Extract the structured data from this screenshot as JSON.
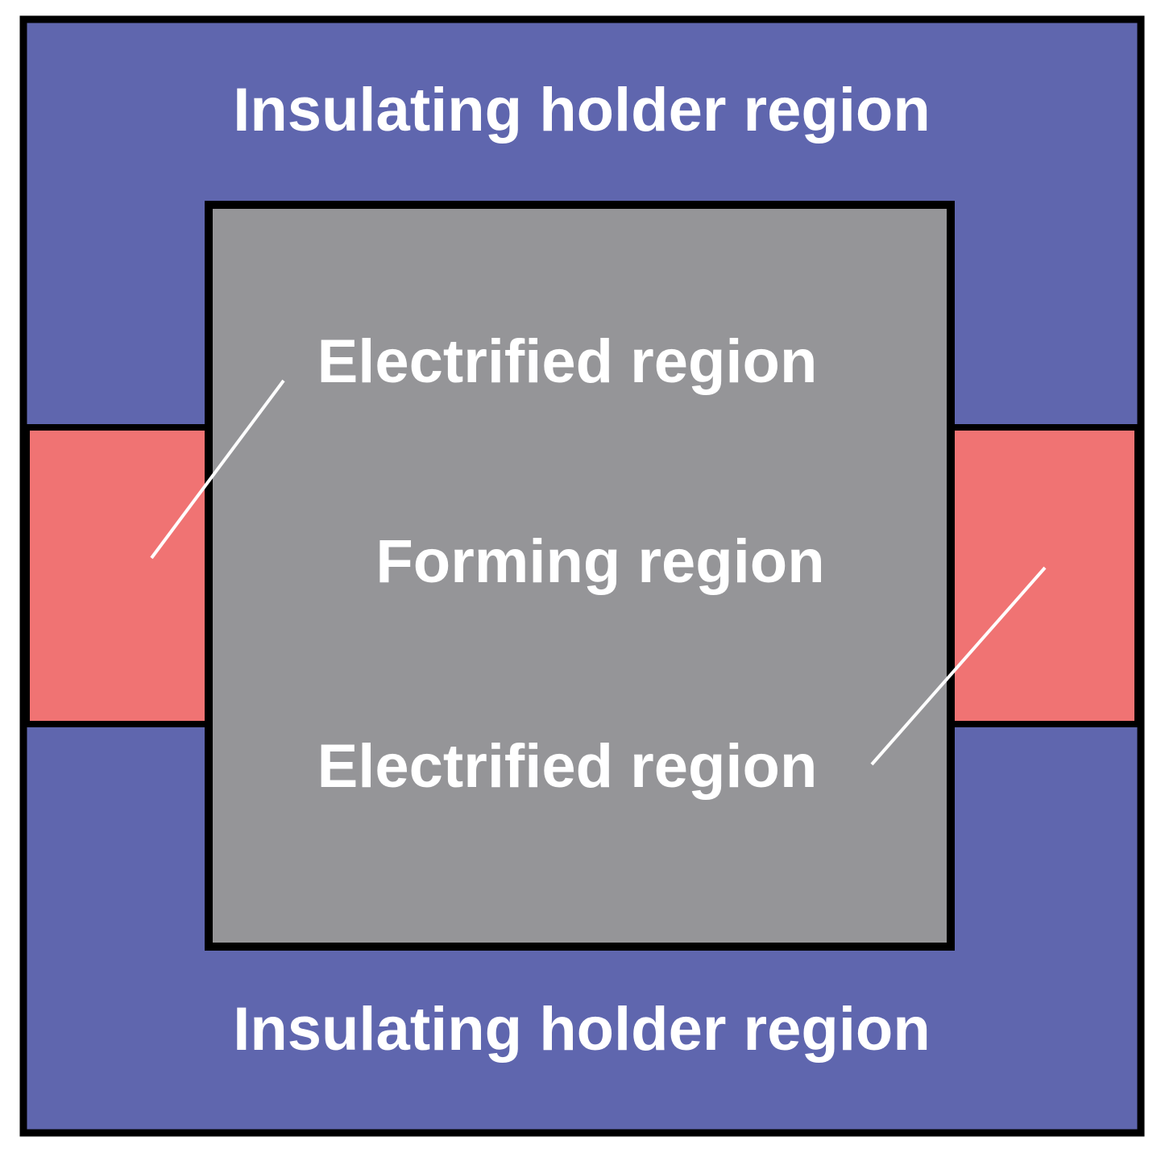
{
  "colors": {
    "insulating_holder": "#5f66ae",
    "electrified": "#f07373",
    "forming": "#959598",
    "outline": "#000000",
    "text": "#ffffff",
    "leader_line": "#ffffff"
  },
  "labels": {
    "insulating_top": "Insulating holder region",
    "insulating_bottom": "Insulating holder region",
    "electrified_top": "Electrified region",
    "forming": "Forming region",
    "electrified_bottom": "Electrified region"
  }
}
